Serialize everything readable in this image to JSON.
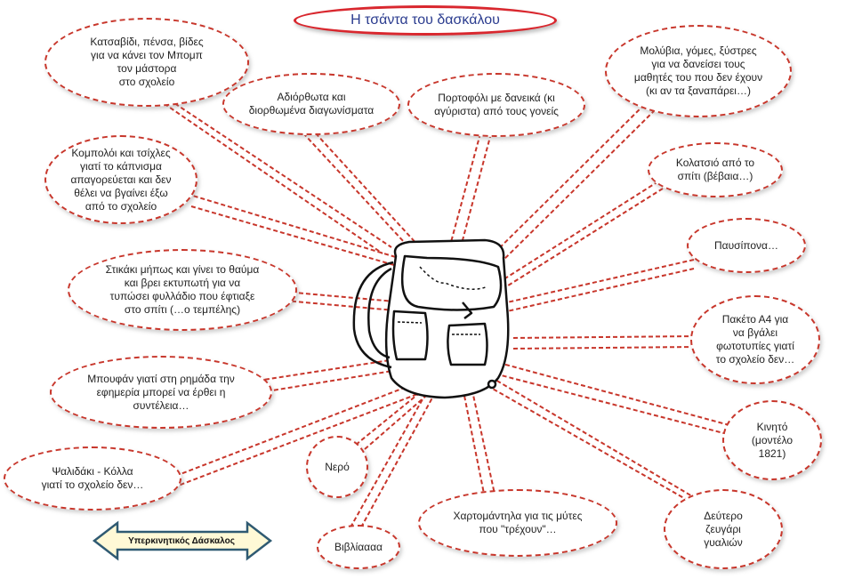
{
  "title": "Η τσάντα του δασκάλου",
  "nav_button": "Υπερκινητικός Δάσκαλος",
  "bubbles": [
    "Κατσαβίδι, πένσα, βίδες\nγια να κάνει τον Μπομπ\nτον μάστορα\nστο σχολείο",
    "Αδιόρθωτα και\nδιορθωμένα διαγωνίσματα",
    "Πορτοφόλι με δανεικά (κι\nαγύριστα) από τους γονείς",
    "Μολύβια, γόμες, ξύστρες\nγια να δανείσει τους\nμαθητές του που δεν έχουν\n(κι αν τα ξαναπάρει…)",
    "Κομπολόι και τσίχλες\nγιατί το κάπνισμα\nαπαγορεύεται και δεν\nθέλει να βγαίνει έξω\nαπό το σχολείο",
    "Κολατσιό από το\nσπίτι (βέβαια…)",
    "Παυσίπονα…",
    "Στικάκι μήπως και γίνει το θαύμα\nκαι βρει εκτυπωτή για να\nτυπώσει φυλλάδιο που έφτιαξε\nστο σπίτι (…ο τεμπέλης)",
    "Πακέτο Α4 για\nνα βγάλει\nφωτοτυπίες γιατί\nτο σχολείο δεν…",
    "Μπουφάν γιατί στη ρημάδα την\nεφημερία μπορεί να έρθει η\nσυντέλεια…",
    "Κινητό\n(μοντέλο\n1821)",
    "Ψαλιδάκι - Κόλλα\nγιατί το σχολείο δεν…",
    "Νερό",
    "Χαρτομάντηλα για τις μύτες\nπου \"τρέχουν\"…",
    "Δεύτερο\nζευγάρι\nγυαλιών",
    "Βιβλίαααα"
  ]
}
